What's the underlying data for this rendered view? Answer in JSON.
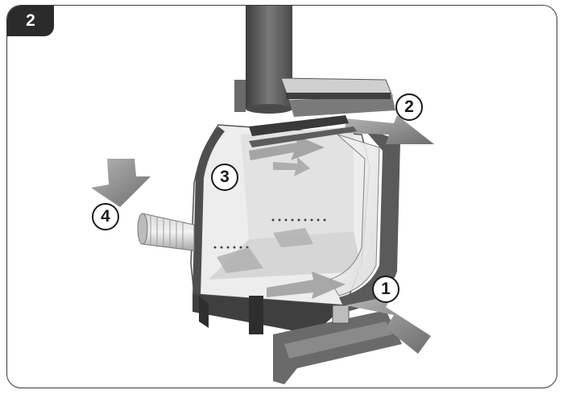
{
  "step": {
    "number": "2"
  },
  "callouts": [
    {
      "id": "1",
      "label": "1"
    },
    {
      "id": "2",
      "label": "2"
    },
    {
      "id": "3",
      "label": "3"
    },
    {
      "id": "4",
      "label": "4"
    }
  ],
  "colors": {
    "frame": "#3a3a3a",
    "badge": "#2b2b2b",
    "steel": "#5a5a5a",
    "steel_light": "#9a9a9a",
    "firebrick": "#e6e6e6",
    "arrow": "#888888"
  }
}
